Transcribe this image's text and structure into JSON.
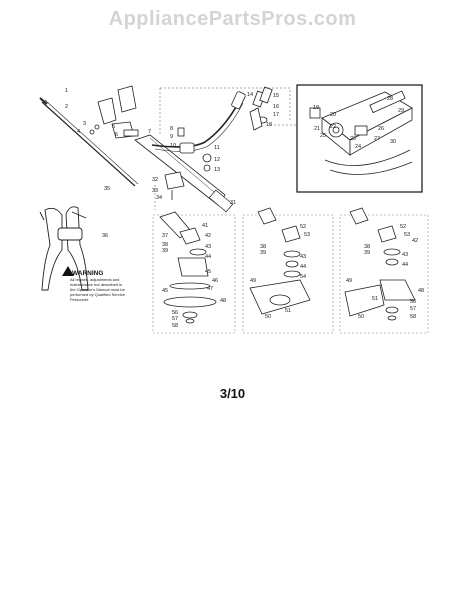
{
  "watermark": "AppliancePartsPros.com",
  "page_number": "3/10",
  "warning": {
    "title": "WARNING",
    "lines": [
      "All repairs, adjustments and",
      "maintenance not described in",
      "the Operator's Manual must be",
      "performed by Qualified Service",
      "Personnel."
    ]
  },
  "callouts": {
    "c1": "1",
    "c2": "2",
    "c3": "3",
    "c4": "4",
    "c5": "5",
    "c6": "6",
    "c7": "7",
    "c8": "8",
    "c9": "9",
    "c10": "10",
    "c11": "11",
    "c12": "12",
    "c13": "13",
    "c14": "14",
    "c15": "15",
    "c16": "16",
    "c17": "17",
    "c18": "18",
    "c19": "19",
    "c20": "20",
    "c21": "21",
    "c22": "22",
    "c23": "23",
    "c24": "24",
    "c25": "25",
    "c26": "26",
    "c27": "27",
    "c28": "28",
    "c29": "29",
    "c30": "30",
    "c31": "31",
    "c32": "32",
    "c33": "33",
    "c34": "34",
    "c35": "35",
    "c36": "36",
    "c37": "37",
    "c38": "38",
    "c39": "39",
    "c41": "41",
    "c42": "42",
    "c43": "43",
    "c44": "44",
    "c45": "45",
    "c46": "46",
    "c47": "47",
    "c48": "48",
    "c49": "49",
    "c50": "50",
    "c51": "51",
    "c52": "52",
    "c53": "53",
    "c54": "54",
    "c56": "56",
    "c57": "57",
    "c58": "58"
  }
}
